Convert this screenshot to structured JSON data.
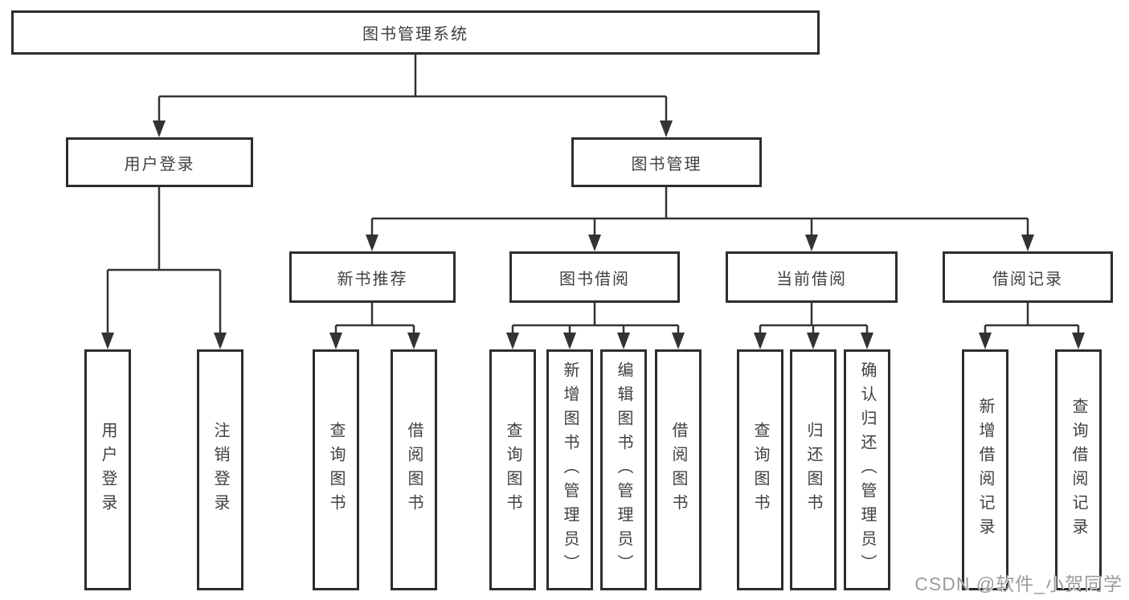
{
  "diagram": {
    "title": "图书管理系统",
    "watermark": "CSDN @软件_小贺同学",
    "colors": {
      "line": "#333333",
      "box_border": "#2d2d2d",
      "text": "#404040",
      "background": "#ffffff",
      "watermark": "#9c9c9c"
    },
    "nodes": {
      "root": "图书管理系统",
      "user_login": "用户登录",
      "book_mgmt": "图书管理",
      "ul_login": "用户登录",
      "ul_logout": "注销登录",
      "new_book": "新书推荐",
      "book_borrow": "图书借阅",
      "current_borrow": "当前借阅",
      "borrow_record": "借阅记录",
      "nb_query": "查询图书",
      "nb_borrow": "借阅图书",
      "bb_query": "查询图书",
      "bb_add": "新增图书（管理员）",
      "bb_edit": "编辑图书（管理员）",
      "bb_borrow": "借阅图书",
      "cb_query": "查询图书",
      "cb_return": "归还图书",
      "cb_confirm": "确认归还（管理员）",
      "br_add": "新增借阅记录",
      "br_query": "查询借阅记录"
    },
    "structure": {
      "root": [
        "user_login",
        "book_mgmt"
      ],
      "user_login": [
        "ul_login",
        "ul_logout"
      ],
      "book_mgmt": [
        "new_book",
        "book_borrow",
        "current_borrow",
        "borrow_record"
      ],
      "new_book": [
        "nb_query",
        "nb_borrow"
      ],
      "book_borrow": [
        "bb_query",
        "bb_add",
        "bb_edit",
        "bb_borrow"
      ],
      "current_borrow": [
        "cb_query",
        "cb_return",
        "cb_confirm"
      ],
      "borrow_record": [
        "br_add",
        "br_query"
      ]
    }
  }
}
